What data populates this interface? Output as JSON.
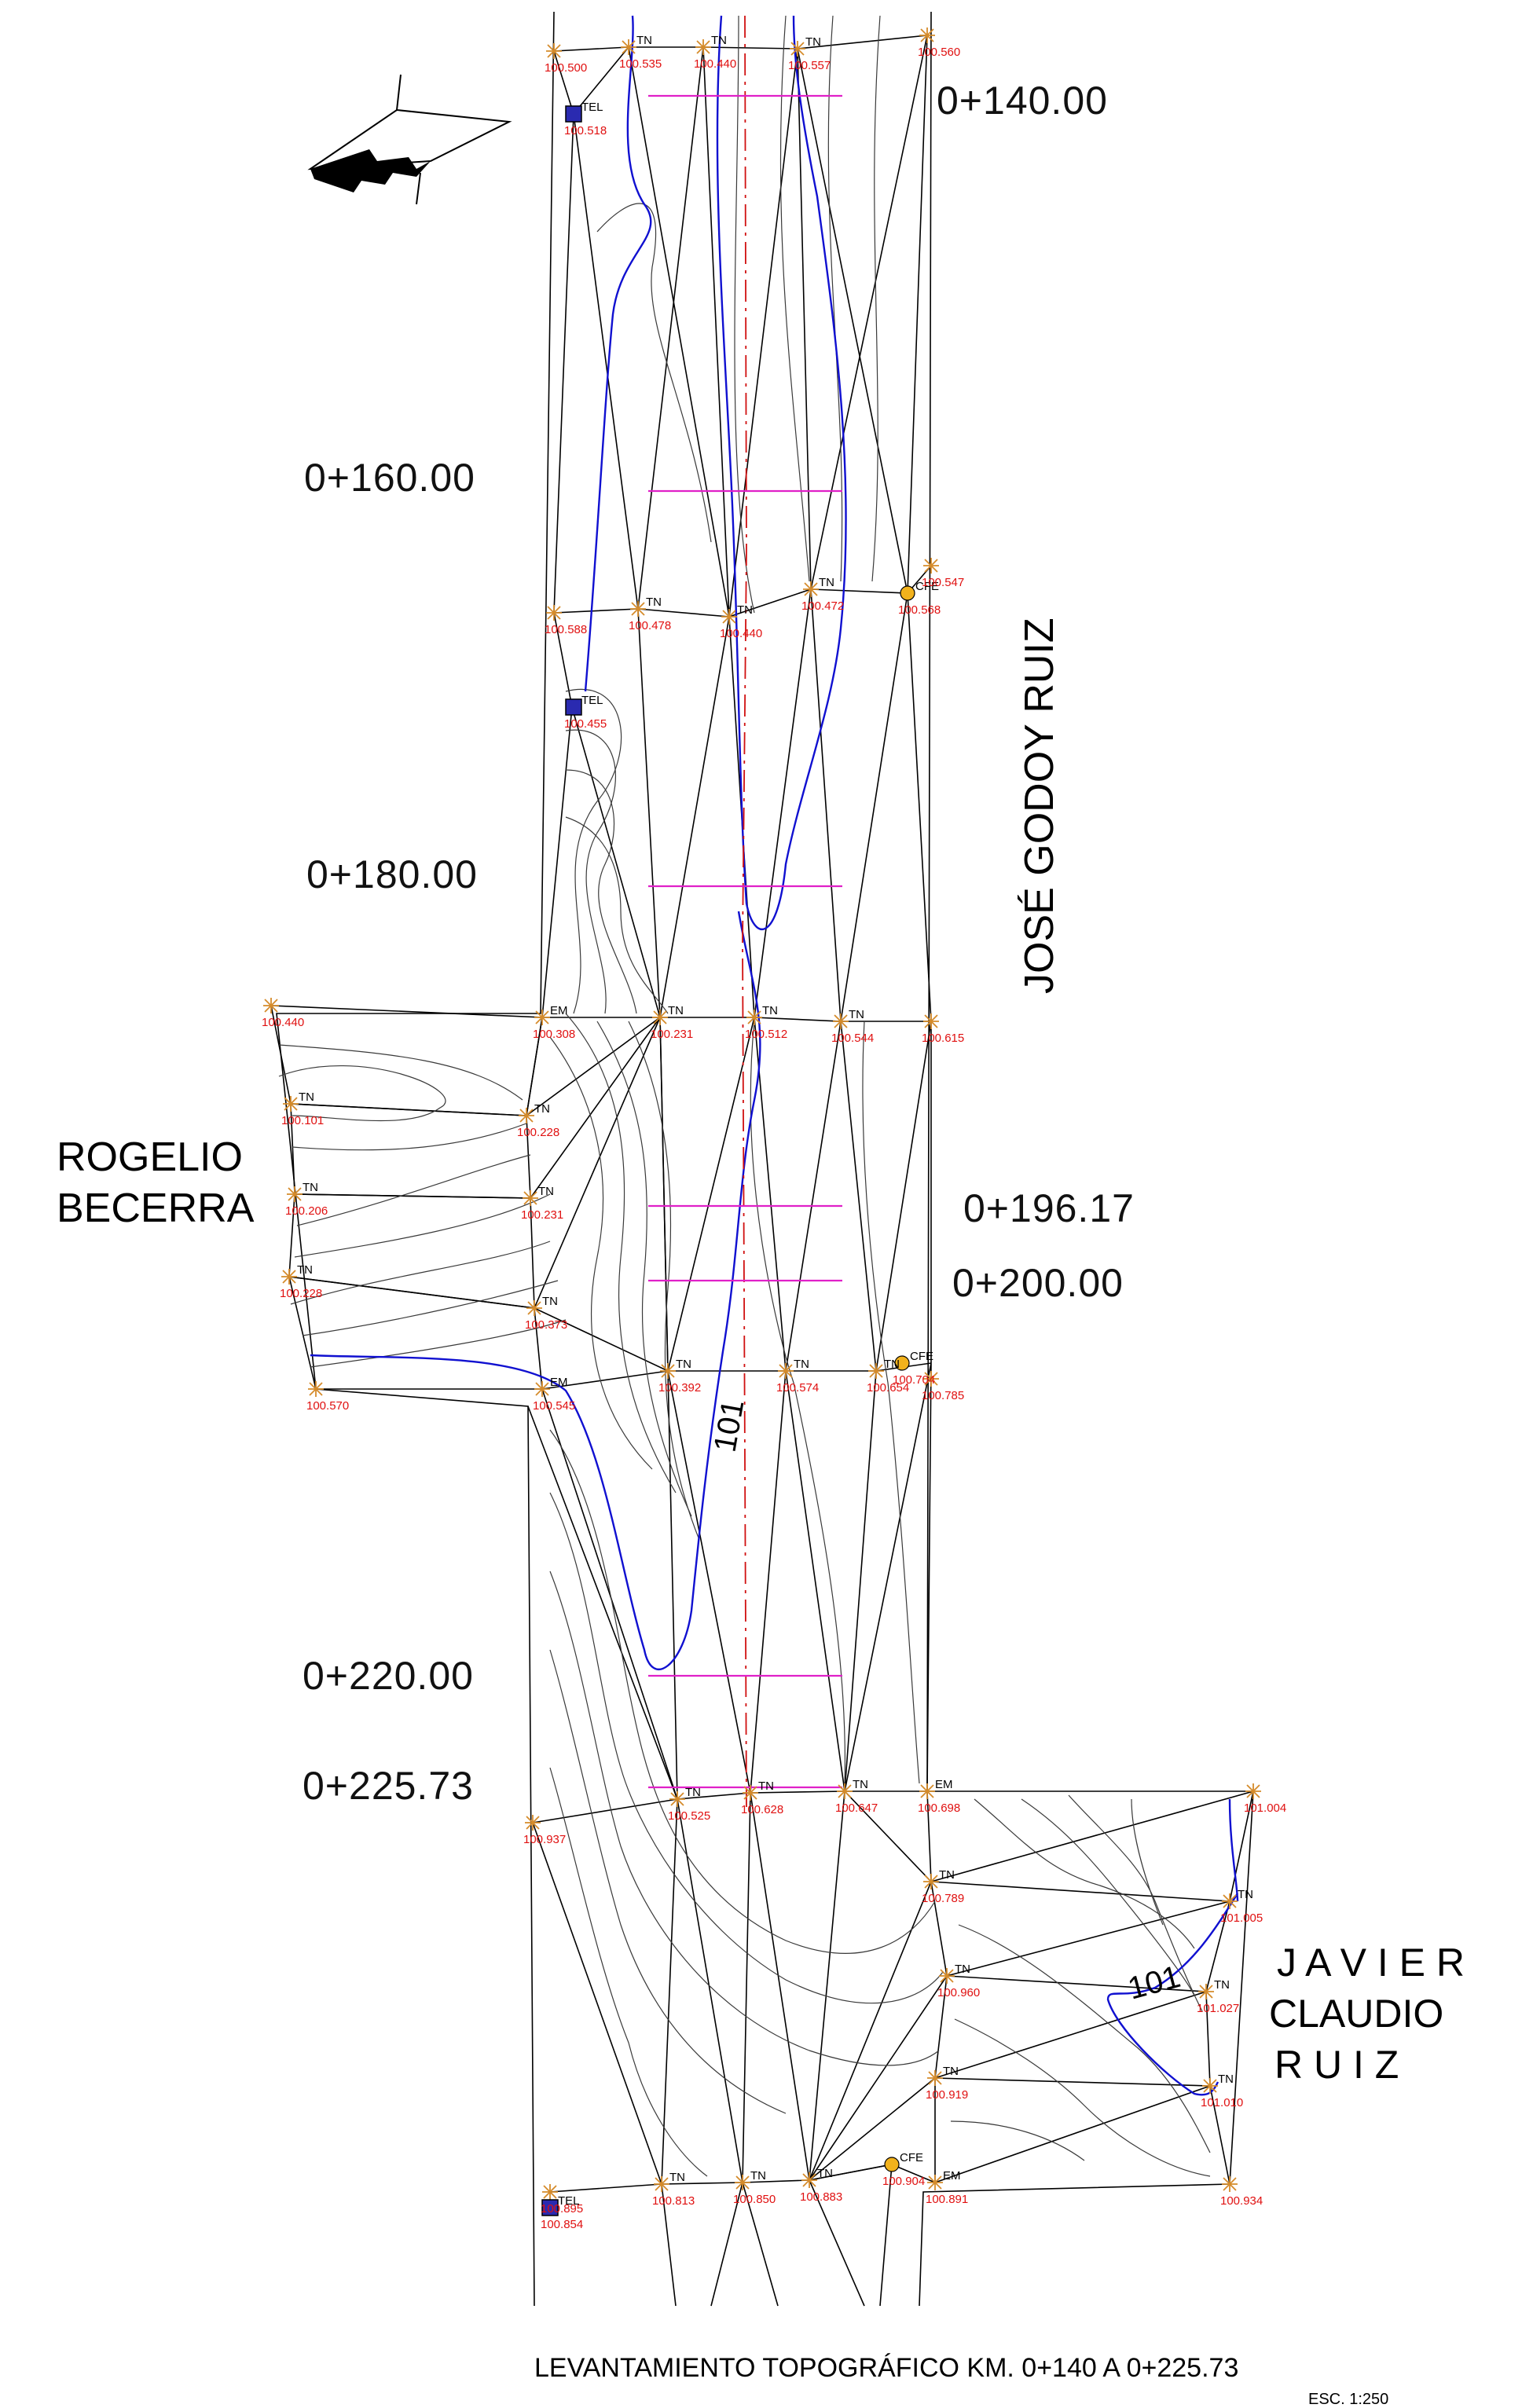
{
  "stations": [
    "0+140.00",
    "0+160.00",
    "0+180.00",
    "0+196.17",
    "0+200.00",
    "0+220.00",
    "0+225.73"
  ],
  "streets": {
    "right": "JOSÉ GODOY RUIZ",
    "left": [
      "ROGELIO",
      "BECERRA"
    ],
    "bottom_right": [
      "J A V I E R",
      "CLAUDIO",
      "R  U  I  Z"
    ]
  },
  "contour_labels": [
    "101",
    "101"
  ],
  "points": [
    {
      "elev": "100.500",
      "code": ""
    },
    {
      "elev": "100.535",
      "code": "TN"
    },
    {
      "elev": "100.440",
      "code": "TN"
    },
    {
      "elev": "100.557",
      "code": "TN"
    },
    {
      "elev": "100.560",
      "code": ""
    },
    {
      "elev": "100.518",
      "code": "TEL"
    },
    {
      "elev": "100.588",
      "code": ""
    },
    {
      "elev": "100.478",
      "code": "TN"
    },
    {
      "elev": "100.440",
      "code": "TN"
    },
    {
      "elev": "100.472",
      "code": "TN"
    },
    {
      "elev": "100.568",
      "code": "CFE"
    },
    {
      "elev": "100.547",
      "code": ""
    },
    {
      "elev": "100.455",
      "code": "TEL"
    },
    {
      "elev": "100.440",
      "code": ""
    },
    {
      "elev": "100.308",
      "code": "EM"
    },
    {
      "elev": "100.231",
      "code": "TN"
    },
    {
      "elev": "100.512",
      "code": "TN"
    },
    {
      "elev": "100.544",
      "code": "TN"
    },
    {
      "elev": "100.615",
      "code": ""
    },
    {
      "elev": "100.101",
      "code": "TN"
    },
    {
      "elev": "100.228",
      "code": "TN"
    },
    {
      "elev": "100.206",
      "code": "TN"
    },
    {
      "elev": "100.231",
      "code": "TN"
    },
    {
      "elev": "100.228",
      "code": "TN"
    },
    {
      "elev": "100.373",
      "code": "TN"
    },
    {
      "elev": "100.570",
      "code": ""
    },
    {
      "elev": "100.545",
      "code": "EM"
    },
    {
      "elev": "100.392",
      "code": "TN"
    },
    {
      "elev": "100.574",
      "code": "TN"
    },
    {
      "elev": "100.654",
      "code": "TN"
    },
    {
      "elev": "100.704",
      "code": "CFE"
    },
    {
      "elev": "100.785",
      "code": ""
    },
    {
      "elev": "100.937",
      "code": ""
    },
    {
      "elev": "100.525",
      "code": "TN"
    },
    {
      "elev": "100.628",
      "code": "TN"
    },
    {
      "elev": "100.647",
      "code": "TN"
    },
    {
      "elev": "100.698",
      "code": "EM"
    },
    {
      "elev": "101.004",
      "code": ""
    },
    {
      "elev": "100.789",
      "code": "TN"
    },
    {
      "elev": "101.005",
      "code": "TN"
    },
    {
      "elev": "100.960",
      "code": "TN"
    },
    {
      "elev": "101.027",
      "code": "TN"
    },
    {
      "elev": "100.919",
      "code": "TN"
    },
    {
      "elev": "101.010",
      "code": "TN"
    },
    {
      "elev": "100.895",
      "code": ""
    },
    {
      "elev": "100.854",
      "code": "TEL"
    },
    {
      "elev": "100.813",
      "code": "TN"
    },
    {
      "elev": "100.850",
      "code": "TN"
    },
    {
      "elev": "100.883",
      "code": "TN"
    },
    {
      "elev": "100.904",
      "code": "CFE"
    },
    {
      "elev": "100.891",
      "code": "EM"
    },
    {
      "elev": "100.934",
      "code": ""
    }
  ],
  "title": "LEVANTAMIENTO TOPOGRÁFICO KM. 0+140 A 0+225.73",
  "scale": "ESC. 1:250"
}
